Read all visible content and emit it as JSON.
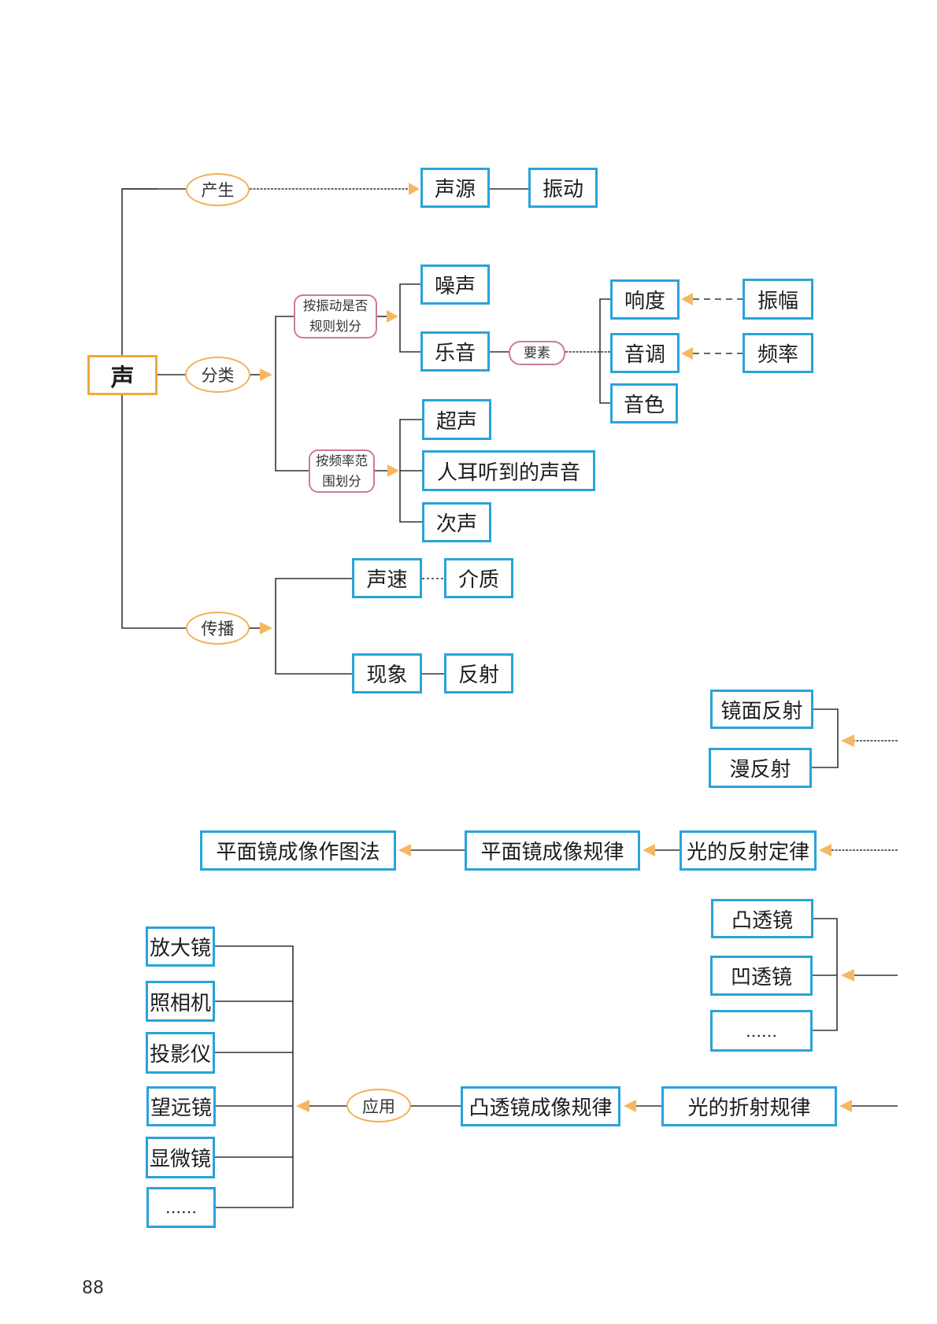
{
  "diagram": {
    "root": "声",
    "branches": {
      "produce": {
        "label": "产生",
        "source": "声源",
        "cause": "振动"
      },
      "classify": {
        "label": "分类",
        "by_regularity": {
          "label_line1": "按振动是否",
          "label_line2": "规则划分",
          "noise": "噪声",
          "music": "乐音",
          "elements_label": "要素",
          "elements": [
            "响度",
            "音调",
            "音色"
          ],
          "factors": [
            "振幅",
            "频率"
          ]
        },
        "by_frequency": {
          "label_line1": "按频率范",
          "label_line2": "围划分",
          "items": [
            "超声",
            "人耳听到的声音",
            "次声"
          ]
        }
      },
      "propagate": {
        "label": "传播",
        "speed": "声速",
        "medium": "介质",
        "phenomenon": "现象",
        "reflection": "反射"
      }
    },
    "light_reflection": {
      "types": [
        "镜面反射",
        "漫反射"
      ],
      "law": "光的反射定律",
      "plane_mirror_rule": "平面镜成像规律",
      "plane_mirror_drawing": "平面镜成像作图法"
    },
    "light_refraction": {
      "lenses": [
        "凸透镜",
        "凹透镜",
        "……"
      ],
      "law": "光的折射规律",
      "convex_rule": "凸透镜成像规律",
      "application_label": "应用",
      "applications": [
        "放大镜",
        "照相机",
        "投影仪",
        "望远镜",
        "显微镜",
        "……"
      ]
    }
  },
  "colors": {
    "box_border": "#2aa3d9",
    "root_border": "#f0a93b",
    "oval_border": "#f0b256",
    "pill_border": "#cf7995",
    "arrow": "#f5b862",
    "line": "#333333"
  },
  "page_number": "88"
}
